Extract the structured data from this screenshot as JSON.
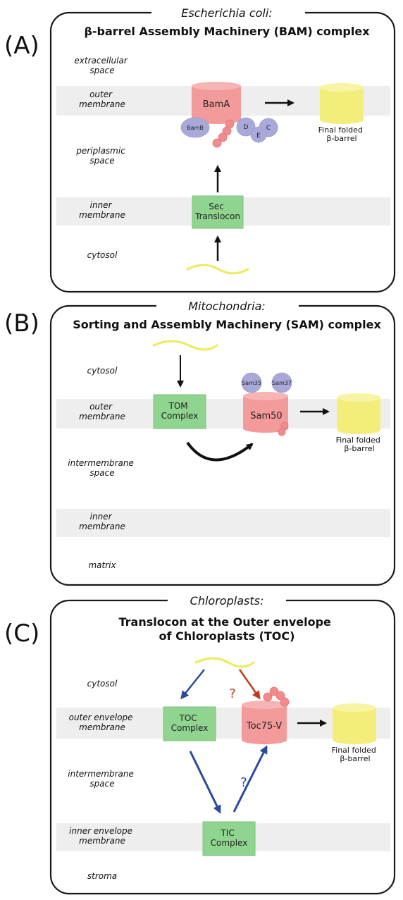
{
  "panels": [
    {
      "letter": "(A)",
      "organism": "Escherichia coli:",
      "title": "β-barrel Assembly Machinery (BAM) complex",
      "regions": {
        "r1": [
          "extracellular",
          "space"
        ],
        "r2": [
          "outer",
          "membrane"
        ],
        "r3": [
          "periplasmic",
          "space"
        ],
        "r4": [
          "inner",
          "membrane"
        ],
        "r5": [
          "cytosol"
        ]
      },
      "main_protein": "BamA",
      "subunits": {
        "b": "BamB",
        "d": "D",
        "c": "C",
        "e": "E"
      },
      "translocon": [
        "Sec",
        "Translocon"
      ],
      "final": [
        "Final folded",
        "β-barrel"
      ]
    },
    {
      "letter": "(B)",
      "organism": "Mitochondria:",
      "title": "Sorting and Assembly Machinery (SAM) complex",
      "regions": {
        "r1": [
          "cytosol"
        ],
        "r2": [
          "outer",
          "membrane"
        ],
        "r3": [
          "intermembrane",
          "space"
        ],
        "r4": [
          "inner",
          "membrane"
        ],
        "r5": [
          "matrix"
        ]
      },
      "main_protein": "Sam50",
      "subunits": {
        "a": "Sam35",
        "b": "Sam37"
      },
      "translocon": [
        "TOM",
        "Complex"
      ],
      "final": [
        "Final folded",
        "β-barrel"
      ]
    },
    {
      "letter": "(C)",
      "organism": "Chloroplasts:",
      "title": [
        "Translocon at the Outer envelope",
        "of Chloroplasts (TOC)"
      ],
      "regions": {
        "r1": [
          "cytosol"
        ],
        "r2": [
          "outer envelope",
          "membrane"
        ],
        "r3": [
          "intermembrane",
          "space"
        ],
        "r4": [
          "inner envelope",
          "membrane"
        ],
        "r5": [
          "stroma"
        ]
      },
      "main_protein": "Toc75-V",
      "translocon": [
        "TOC",
        "Complex"
      ],
      "inner_translocon": [
        "TIC",
        "Complex"
      ],
      "question_mark": "?",
      "final": [
        "Final folded",
        "β-barrel"
      ]
    }
  ],
  "colors": {
    "membrane_band": "#eeeeee",
    "translocon_box": "#8fd48f",
    "protein_pink": "#f39a9a",
    "barrel_yellow": "#f3ee7a",
    "subunit_lavender": "#a9a9d9",
    "arrow_blue": "#2a4a9a",
    "arrow_red": "#c23a1f"
  }
}
